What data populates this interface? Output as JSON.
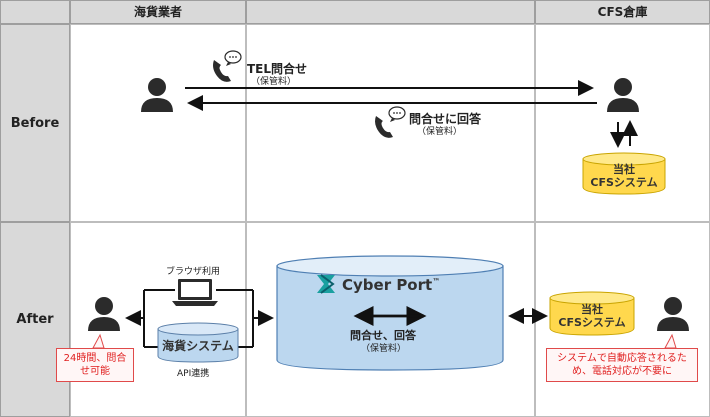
{
  "headers": {
    "col1": "海貨業者",
    "col3": "CFS倉庫"
  },
  "rows": {
    "before": "Before",
    "after": "After"
  },
  "before": {
    "tel_label": "TEL問合せ",
    "tel_sub": "（保管料）",
    "reply_label": "問合せに回答",
    "reply_sub": "（保管料）",
    "cfs_line1": "当社",
    "cfs_line2": "CFSシステム"
  },
  "after": {
    "browser_label": "ブラウザ利用",
    "kaika_system": "海貨システム",
    "api_label": "API連携",
    "cyberport_brand": "Cyber Port",
    "cyberport_tm": "™",
    "inquiry_label": "問合せ、回答",
    "inquiry_sub": "（保管料）",
    "cfs_line1": "当社",
    "cfs_line2": "CFSシステム",
    "callout_left": "24時間、問合せ可能",
    "callout_right": "システムで自動応答されるため、電話対応が不要に"
  },
  "colors": {
    "header_bg": "#d9d9d9",
    "db_blue": "#bcd7ef",
    "db_yellow": "#ffd84d",
    "accent_red": "#e02020",
    "brand_teal": "#1aa0a0"
  }
}
